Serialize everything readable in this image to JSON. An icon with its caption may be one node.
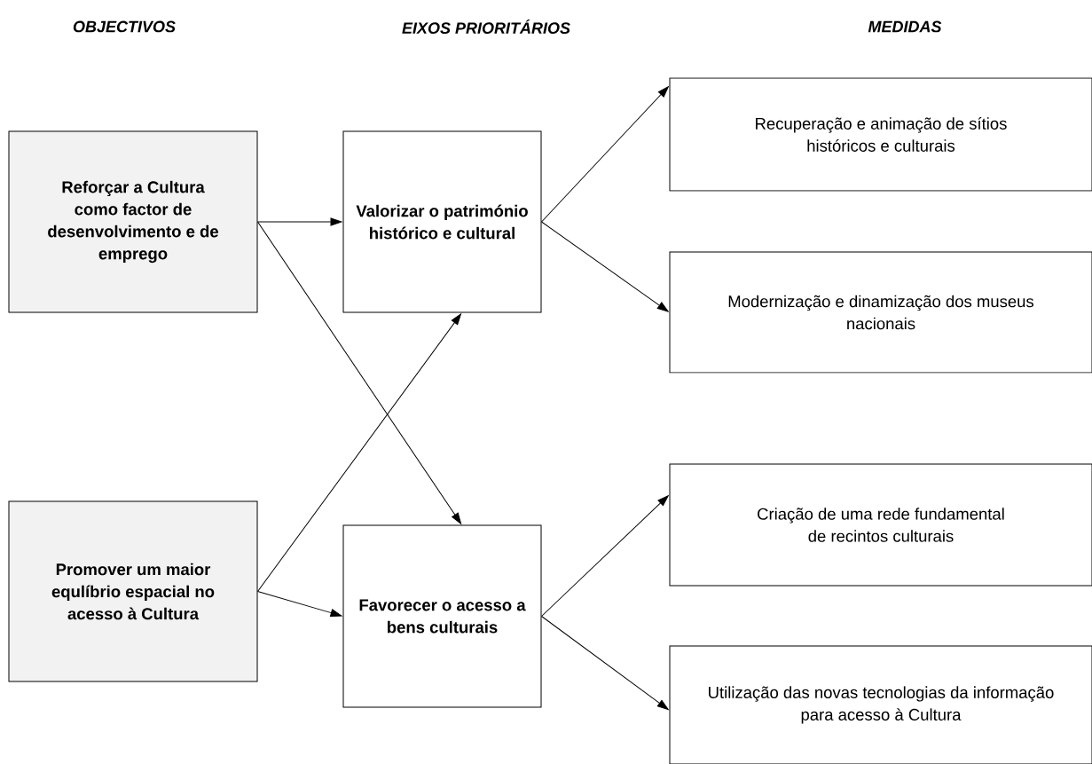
{
  "diagram": {
    "nodes": [
      {
        "text": [
          "Reforçar a Cultura como factor de desenvolvimento e de emprego"
        ]
      },
      {
        "text": [
          "Promover um maior equlíbrio espacial no acesso à Cultura"
        ]
      },
      {
        "text": [
          "Valorizar o património histórico e cultural"
        ]
      },
      {
        "text": [
          "Favorecer o acesso a bens culturais"
        ]
      },
      {
        "text": [
          "Recuperação e animação de sítios históricos e culturais"
        ]
      },
      {
        "text": [
          "Modernização e dinamização dos museus nacionais"
        ]
      },
      {
        "text": [
          "Criação de uma rede fundamental de recintos culturais"
        ]
      },
      {
        "text": [
          "Utilização das novas tecnologias da informação para acesso à Cultura"
        ]
      }
    ],
    "edges": [
      {
        "from": 0,
        "to": 2,
        "arrow": "to"
      },
      {
        "from": 0,
        "to": 3,
        "arrow": "to"
      },
      {
        "from": 1,
        "to": 2,
        "arrow": "to"
      },
      {
        "from": 1,
        "to": 3,
        "arrow": "to"
      },
      {
        "from": 2,
        "to": 4,
        "arrow": "to"
      },
      {
        "from": 2,
        "to": 5,
        "arrow": "to"
      },
      {
        "from": 3,
        "to": 6,
        "arrow": "to"
      },
      {
        "from": 3,
        "to": 7,
        "arrow": "to"
      }
    ],
    "labels": [
      "OBJECTIVOS",
      "EIXOS PRIORITÁRIOS",
      "MEDIDAS"
    ]
  }
}
